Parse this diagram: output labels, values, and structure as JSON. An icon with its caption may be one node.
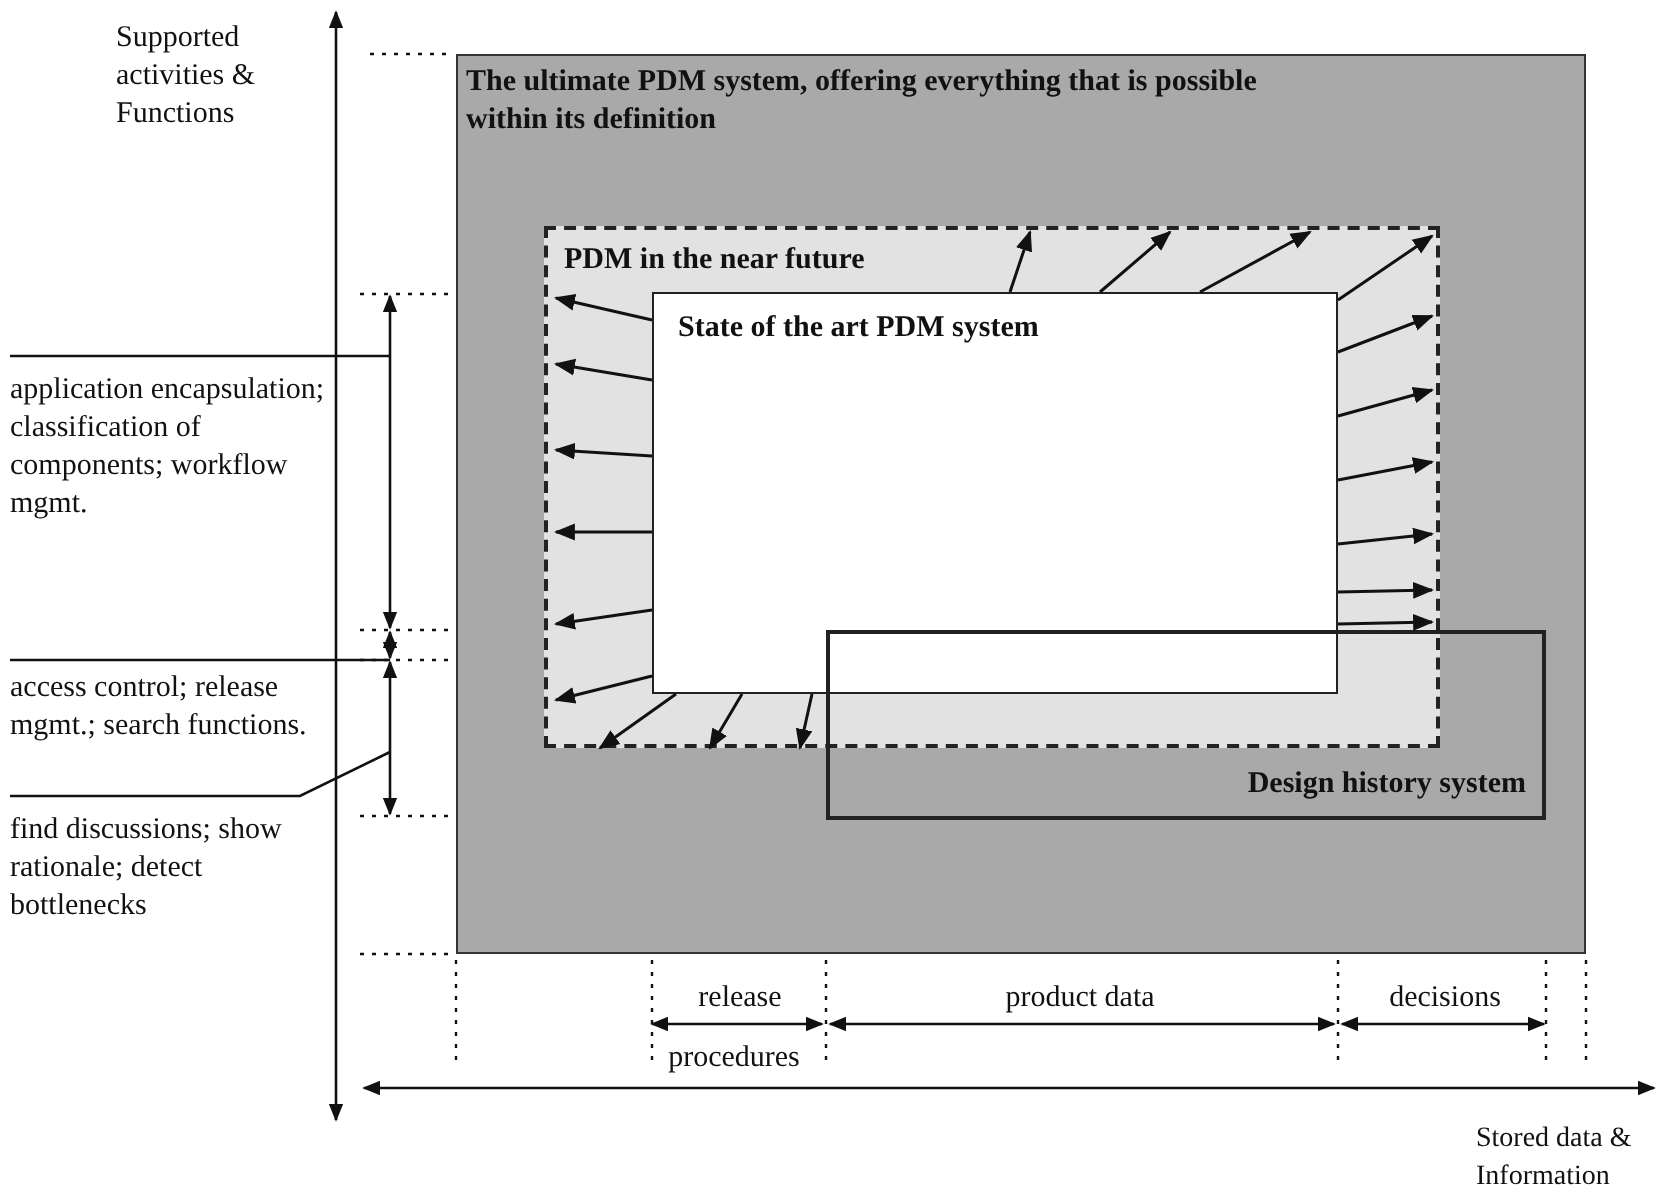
{
  "diagram": {
    "nodes": [
      {
        "text": [
          "The ultimate PDM system, offering everything that is possible within its definition"
        ]
      },
      {
        "text": [
          "PDM in the near future"
        ],
        "in": 0
      },
      {
        "text": [
          "State of the art PDM system"
        ],
        "in": 1
      },
      {
        "text": [
          "Design history system"
        ],
        "in": 0
      }
    ],
    "edges": [
      {
        "from": 2,
        "to": 1,
        "arrow": "to"
      },
      {
        "from": 2,
        "to": 1,
        "arrow": "to"
      },
      {
        "from": 2,
        "to": 1,
        "arrow": "to"
      },
      {
        "from": 2,
        "to": 1,
        "arrow": "to"
      },
      {
        "from": 2,
        "to": 1,
        "arrow": "to"
      },
      {
        "from": 2,
        "to": 1,
        "arrow": "to"
      },
      {
        "from": 2,
        "to": 1,
        "arrow": "to"
      },
      {
        "from": 2,
        "to": 1,
        "arrow": "to"
      },
      {
        "from": 2,
        "to": 1,
        "arrow": "to"
      },
      {
        "from": 2,
        "to": 1,
        "arrow": "to"
      },
      {
        "from": 2,
        "to": 1,
        "arrow": "to"
      },
      {
        "from": 2,
        "to": 1,
        "arrow": "to"
      },
      {
        "from": 2,
        "to": 1,
        "arrow": "to"
      },
      {
        "from": 2,
        "to": 1,
        "arrow": "to"
      },
      {
        "from": 2,
        "to": 1,
        "arrow": "to"
      },
      {
        "from": 2,
        "to": 1,
        "arrow": "to"
      },
      {
        "from": 2,
        "to": 1,
        "arrow": "to"
      },
      {
        "from": 2,
        "to": 1,
        "arrow": "to"
      },
      {
        "from": 2,
        "to": 1,
        "arrow": "to"
      }
    ],
    "labels": [
      "Supported activities & Functions",
      "application encapsulation; classification of components; workflow mgmt.",
      "access control; release mgmt.; search functions.",
      "find discussions; show rationale; detect bottlenecks",
      "release",
      "product data",
      "decisions",
      "procedures",
      "Stored data & Information"
    ]
  }
}
